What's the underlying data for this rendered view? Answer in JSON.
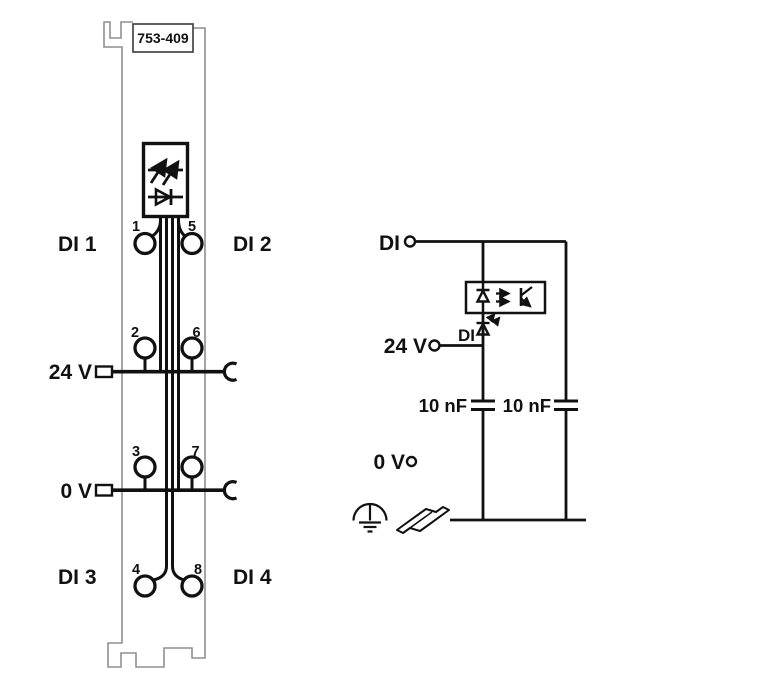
{
  "part_number": "753-409",
  "module": {
    "channel_labels": {
      "di1": "DI 1",
      "di2": "DI 2",
      "di3": "DI 3",
      "di4": "DI 4"
    },
    "power_labels": {
      "v24": "24 V",
      "v0": "0 V"
    },
    "terminal_numbers": {
      "t1": "1",
      "t2": "2",
      "t3": "3",
      "t4": "4",
      "t5": "5",
      "t6": "6",
      "t7": "7",
      "t8": "8"
    }
  },
  "schematic": {
    "input_label": "DI",
    "led_label": "DI",
    "v24_label": "24 V",
    "v0_label": "0 V",
    "cap1_label": "10 nF",
    "cap2_label": "10 nF"
  },
  "icons": {
    "module_status": "optocoupler-led-and-diode-icon",
    "schematic_coupler": "optocoupler-icon",
    "ground": "earth-ground-icon",
    "rail": "din-rail-icon"
  },
  "colors": {
    "diagram_line": "#111111",
    "module_outline": "#8f8f8f",
    "background": "#ffffff"
  }
}
